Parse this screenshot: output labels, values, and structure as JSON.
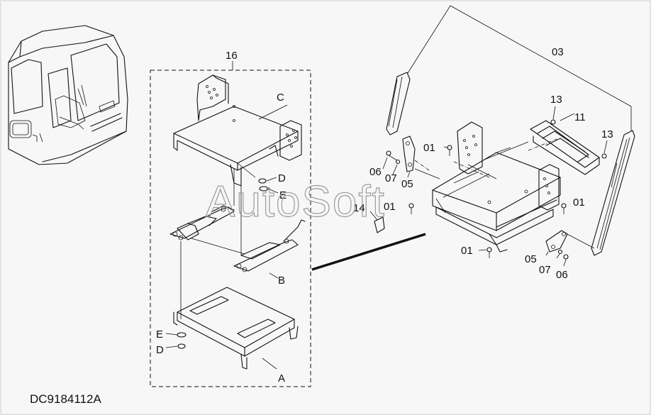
{
  "drawing_code": "DC9184112A",
  "watermark": "AutoSoft",
  "group_label": "16",
  "callouts": {
    "c": "C",
    "d_top": "D",
    "e_top": "E",
    "b": "B",
    "a": "A",
    "e_bottom": "E",
    "d_bottom": "D",
    "part_03": "03",
    "part_13_left": "13",
    "part_11": "11",
    "part_13_right": "13",
    "part_01_a": "01",
    "part_06_left": "06",
    "part_07_left": "07",
    "part_05_left": "05",
    "part_14": "14",
    "part_01_b": "01",
    "part_01_c": "01",
    "part_01_d": "01",
    "part_05_right": "05",
    "part_07_right": "07",
    "part_06_right": "06"
  }
}
